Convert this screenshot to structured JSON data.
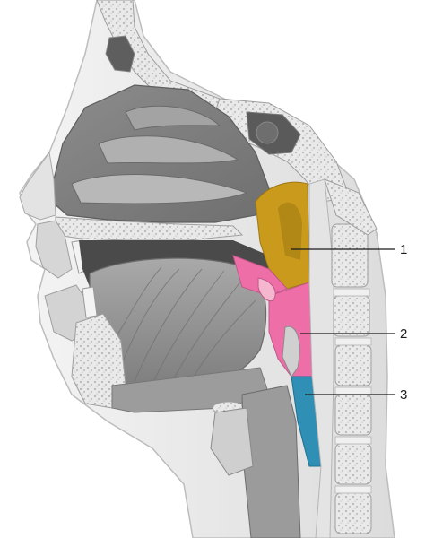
{
  "figure": {
    "labels": [
      {
        "id": "nasopharynx",
        "number": "1",
        "color": "#C99A1C"
      },
      {
        "id": "oropharynx",
        "number": "2",
        "color": "#EE6FA8"
      },
      {
        "id": "laryngopharynx",
        "number": "3",
        "color": "#2F8FB5"
      }
    ]
  }
}
